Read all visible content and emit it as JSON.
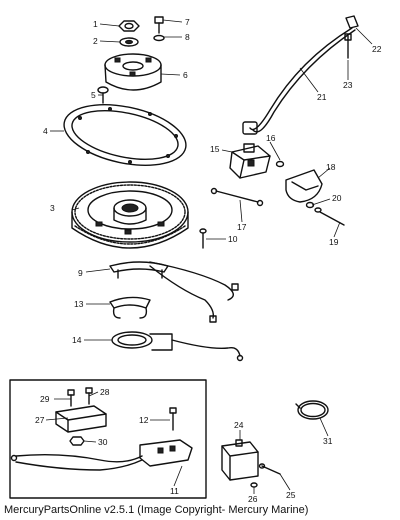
{
  "callouts": {
    "c1": "1",
    "c2": "2",
    "c3": "3",
    "c4": "4",
    "c5": "5",
    "c6": "6",
    "c7": "7",
    "c8": "8",
    "c9": "9",
    "c10": "10",
    "c11": "11",
    "c12": "12",
    "c13": "13",
    "c14": "14",
    "c15": "15",
    "c16": "16",
    "c17": "17",
    "c18": "18",
    "c19": "19",
    "c20": "20",
    "c21": "21",
    "c22": "22",
    "c23": "23",
    "c24": "24",
    "c25": "25",
    "c26": "26",
    "c27": "27",
    "c28": "28",
    "c29": "29",
    "c30": "30",
    "c31": "31"
  },
  "footer": {
    "copyright": "MercuryPartsOnline v2.5.1 (Image Copyright- Mercury Marine)"
  }
}
